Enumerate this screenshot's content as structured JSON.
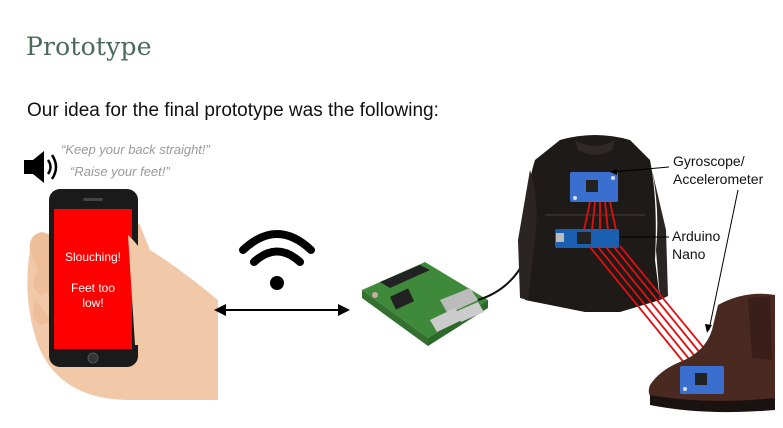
{
  "slide": {
    "title": "Prototype",
    "subtitle": "Our idea for the final prototype was the following:",
    "audio_messages": [
      "“Keep your back straight!”",
      "“Raise your feet!”"
    ],
    "phone_screen": {
      "line1": "Slouching!",
      "line2a": "Feet too",
      "line2b": "low!"
    },
    "labels": {
      "gyroscope_line1": "Gyroscope/",
      "gyroscope_line2": "Accelerometer",
      "arduino_line1": "Arduino",
      "arduino_line2": "Nano"
    },
    "icons": [
      "speaker-icon",
      "wifi-icon",
      "double-arrow-icon"
    ],
    "colors": {
      "title": "#4a6b5a",
      "phone_screen": "#ff0000",
      "wires": "#e01010",
      "jacket": "#1e1a18",
      "boot": "#4a2a20",
      "board": "#3a6fd0",
      "pi_board": "#3f8a3a"
    }
  }
}
